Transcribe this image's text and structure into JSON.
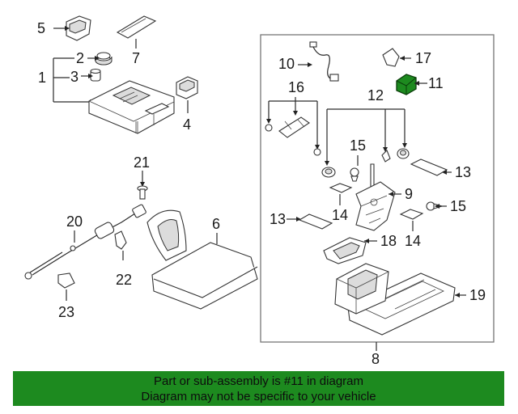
{
  "callouts": {
    "c1": "1",
    "c2": "2",
    "c3": "3",
    "c4": "4",
    "c5": "5",
    "c6": "6",
    "c7": "7",
    "c8": "8",
    "c9": "9",
    "c10": "10",
    "c11": "11",
    "c12": "12",
    "c13a": "13",
    "c13b": "13",
    "c14a": "14",
    "c14b": "14",
    "c15a": "15",
    "c15b": "15",
    "c16": "16",
    "c17": "17",
    "c18": "18",
    "c19": "19",
    "c20": "20",
    "c21": "21",
    "c22": "22",
    "c23": "23"
  },
  "banner": {
    "line1": "Part or sub-assembly is #11 in diagram",
    "line2": "Diagram may not be specific to your vehicle"
  },
  "colors": {
    "banner": "#1d8a1f",
    "highlight": "#1d8a1f"
  }
}
